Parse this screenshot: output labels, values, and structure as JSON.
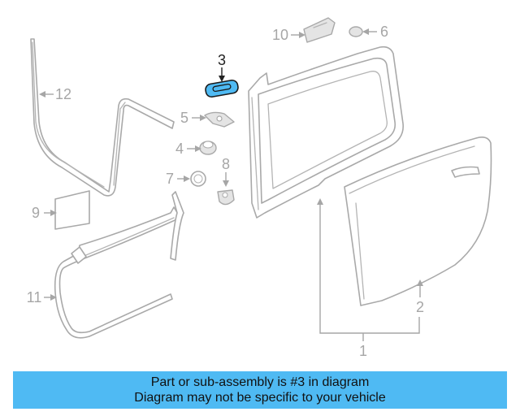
{
  "callouts": {
    "c1": "1",
    "c2": "2",
    "c3": "3",
    "c4": "4",
    "c5": "5",
    "c6": "6",
    "c7": "7",
    "c8": "8",
    "c9": "9",
    "c10": "10",
    "c11": "11",
    "c12": "12"
  },
  "highlight_color": "#4fbaf3",
  "banner": {
    "line1": "Part or sub-assembly is #3 in diagram",
    "line2": "Diagram may not be specific to your vehicle"
  }
}
